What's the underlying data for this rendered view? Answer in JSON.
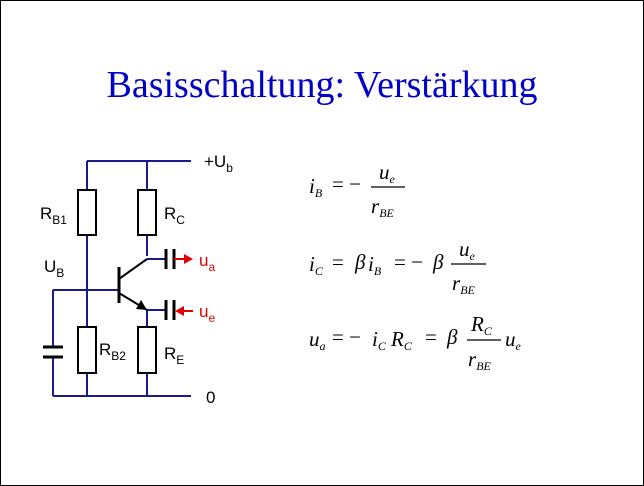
{
  "slide": {
    "title": "Basisschaltung: Verstärkung"
  },
  "circuit": {
    "supply_label": "+U",
    "supply_sub": "b",
    "ground_label": "0",
    "rb1_label": "R",
    "rb1_sub": "B1",
    "rc_label": "R",
    "rc_sub": "C",
    "ub_label": "U",
    "ub_sub": "B",
    "ua_label": "u",
    "ua_sub": "a",
    "ue_label": "u",
    "ue_sub": "e",
    "rb2_label": "R",
    "rb2_sub": "B2",
    "re_label": "R",
    "re_sub": "E",
    "wire_color": "#1a1a8c",
    "signal_color": "#e00000"
  },
  "equations": {
    "eq1": {
      "lhs": "i",
      "lhs_sub": "B",
      "op": "= −",
      "num": "u",
      "num_sub": "e",
      "den": "r",
      "den_sub": "BE"
    },
    "eq2": {
      "lhs": "i",
      "lhs_sub": "C",
      "op": "=",
      "beta": "β",
      "mid": "i",
      "mid_sub": "B",
      "op2": "= −",
      "beta2": "β",
      "num": "u",
      "num_sub": "e",
      "den": "r",
      "den_sub": "BE"
    },
    "eq3": {
      "lhs": "u",
      "lhs_sub": "a",
      "op": "= −",
      "i": "i",
      "i_sub": "C",
      "r": "R",
      "r_sub": "C",
      "op2": "=",
      "beta": "β",
      "num": "R",
      "num_sub": "C",
      "den": "r",
      "den_sub": "BE",
      "tail": "u",
      "tail_sub": "e"
    }
  }
}
